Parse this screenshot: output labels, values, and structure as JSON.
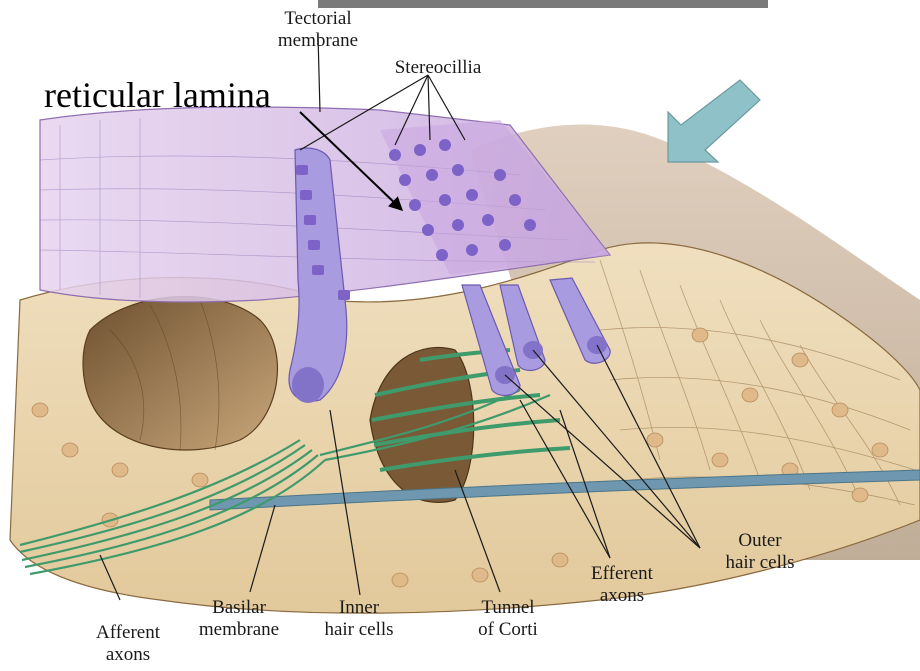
{
  "labels": {
    "tectorial_line1": "Tectorial",
    "tectorial_line2": "membrane",
    "stereocilia": "Stereocillia",
    "reticular_lamina": "reticular lamina",
    "outer_line1": "Outer",
    "outer_line2": "hair cells",
    "efferent_line1": "Efferent",
    "efferent_line2": "axons",
    "tunnel_line1": "Tunnel",
    "tunnel_line2": "of Corti",
    "inner_line1": "Inner",
    "inner_line2": "hair cells",
    "basilar_line1": "Basilar",
    "basilar_line2": "membrane",
    "afferent_line1": "Afferent",
    "afferent_line2": "axons"
  },
  "colors": {
    "tissue": "#ead7b2",
    "tissue_dark": "#8a6a3e",
    "membrane": "#cdb3e0",
    "hair_cell": "#a99be0",
    "nucleus": "#8272c8",
    "nerve": "#3f9a6c",
    "basilar": "#6f98b0",
    "arrow": "#8fc2c8"
  },
  "icons": {
    "direction_arrow": "arrow-down-left-icon"
  }
}
